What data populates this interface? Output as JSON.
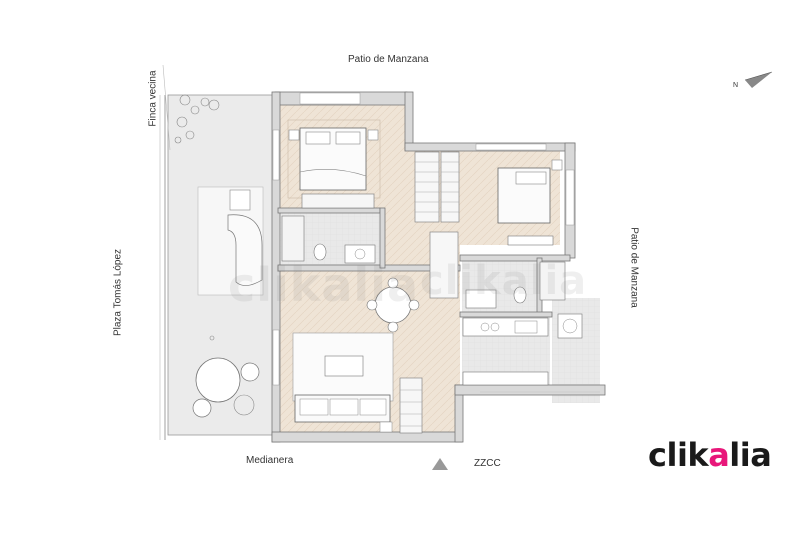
{
  "labels": {
    "top": "Patio de Manzana",
    "right": "Patio de Manzana",
    "left": "Plaza Tomás López",
    "neighbor": "Finca vecina",
    "bottom_left": "Medianera",
    "bottom_center": "ZZCC",
    "north": "N"
  },
  "brand": {
    "prefix": "clik",
    "mark": "a",
    "suffix": "lia",
    "watermark": "clikalia",
    "accent_color": "#e8177a"
  },
  "colors": {
    "floor_wood": "#efe4d6",
    "floor_tile": "#e6e6e6",
    "terrace": "#ebebeb",
    "wall": "#d9d9d9",
    "line": "#666666"
  }
}
